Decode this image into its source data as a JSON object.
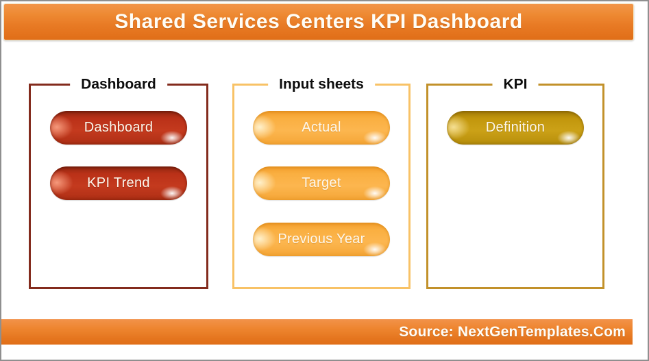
{
  "header": {
    "title": "Shared Services Centers KPI Dashboard",
    "background_color": "#E87A24",
    "text_color": "#FFFFFF"
  },
  "groups": [
    {
      "title": "Dashboard",
      "border_color": "#832B1D",
      "button_color": "#C0341B",
      "buttons": [
        {
          "label": "Dashboard"
        },
        {
          "label": "KPI Trend"
        }
      ]
    },
    {
      "title": "Input sheets",
      "border_color": "#F8C266",
      "button_color": "#FBB045",
      "buttons": [
        {
          "label": "Actual"
        },
        {
          "label": "Target"
        },
        {
          "label": "Previous Year"
        }
      ]
    },
    {
      "title": "KPI",
      "border_color": "#C2912A",
      "button_color": "#C89C0D",
      "buttons": [
        {
          "label": "Definition"
        }
      ]
    }
  ],
  "footer": {
    "source_text": "Source: NextGenTemplates.Com",
    "background_color": "#E87A24",
    "text_color": "#FFFFFF"
  }
}
